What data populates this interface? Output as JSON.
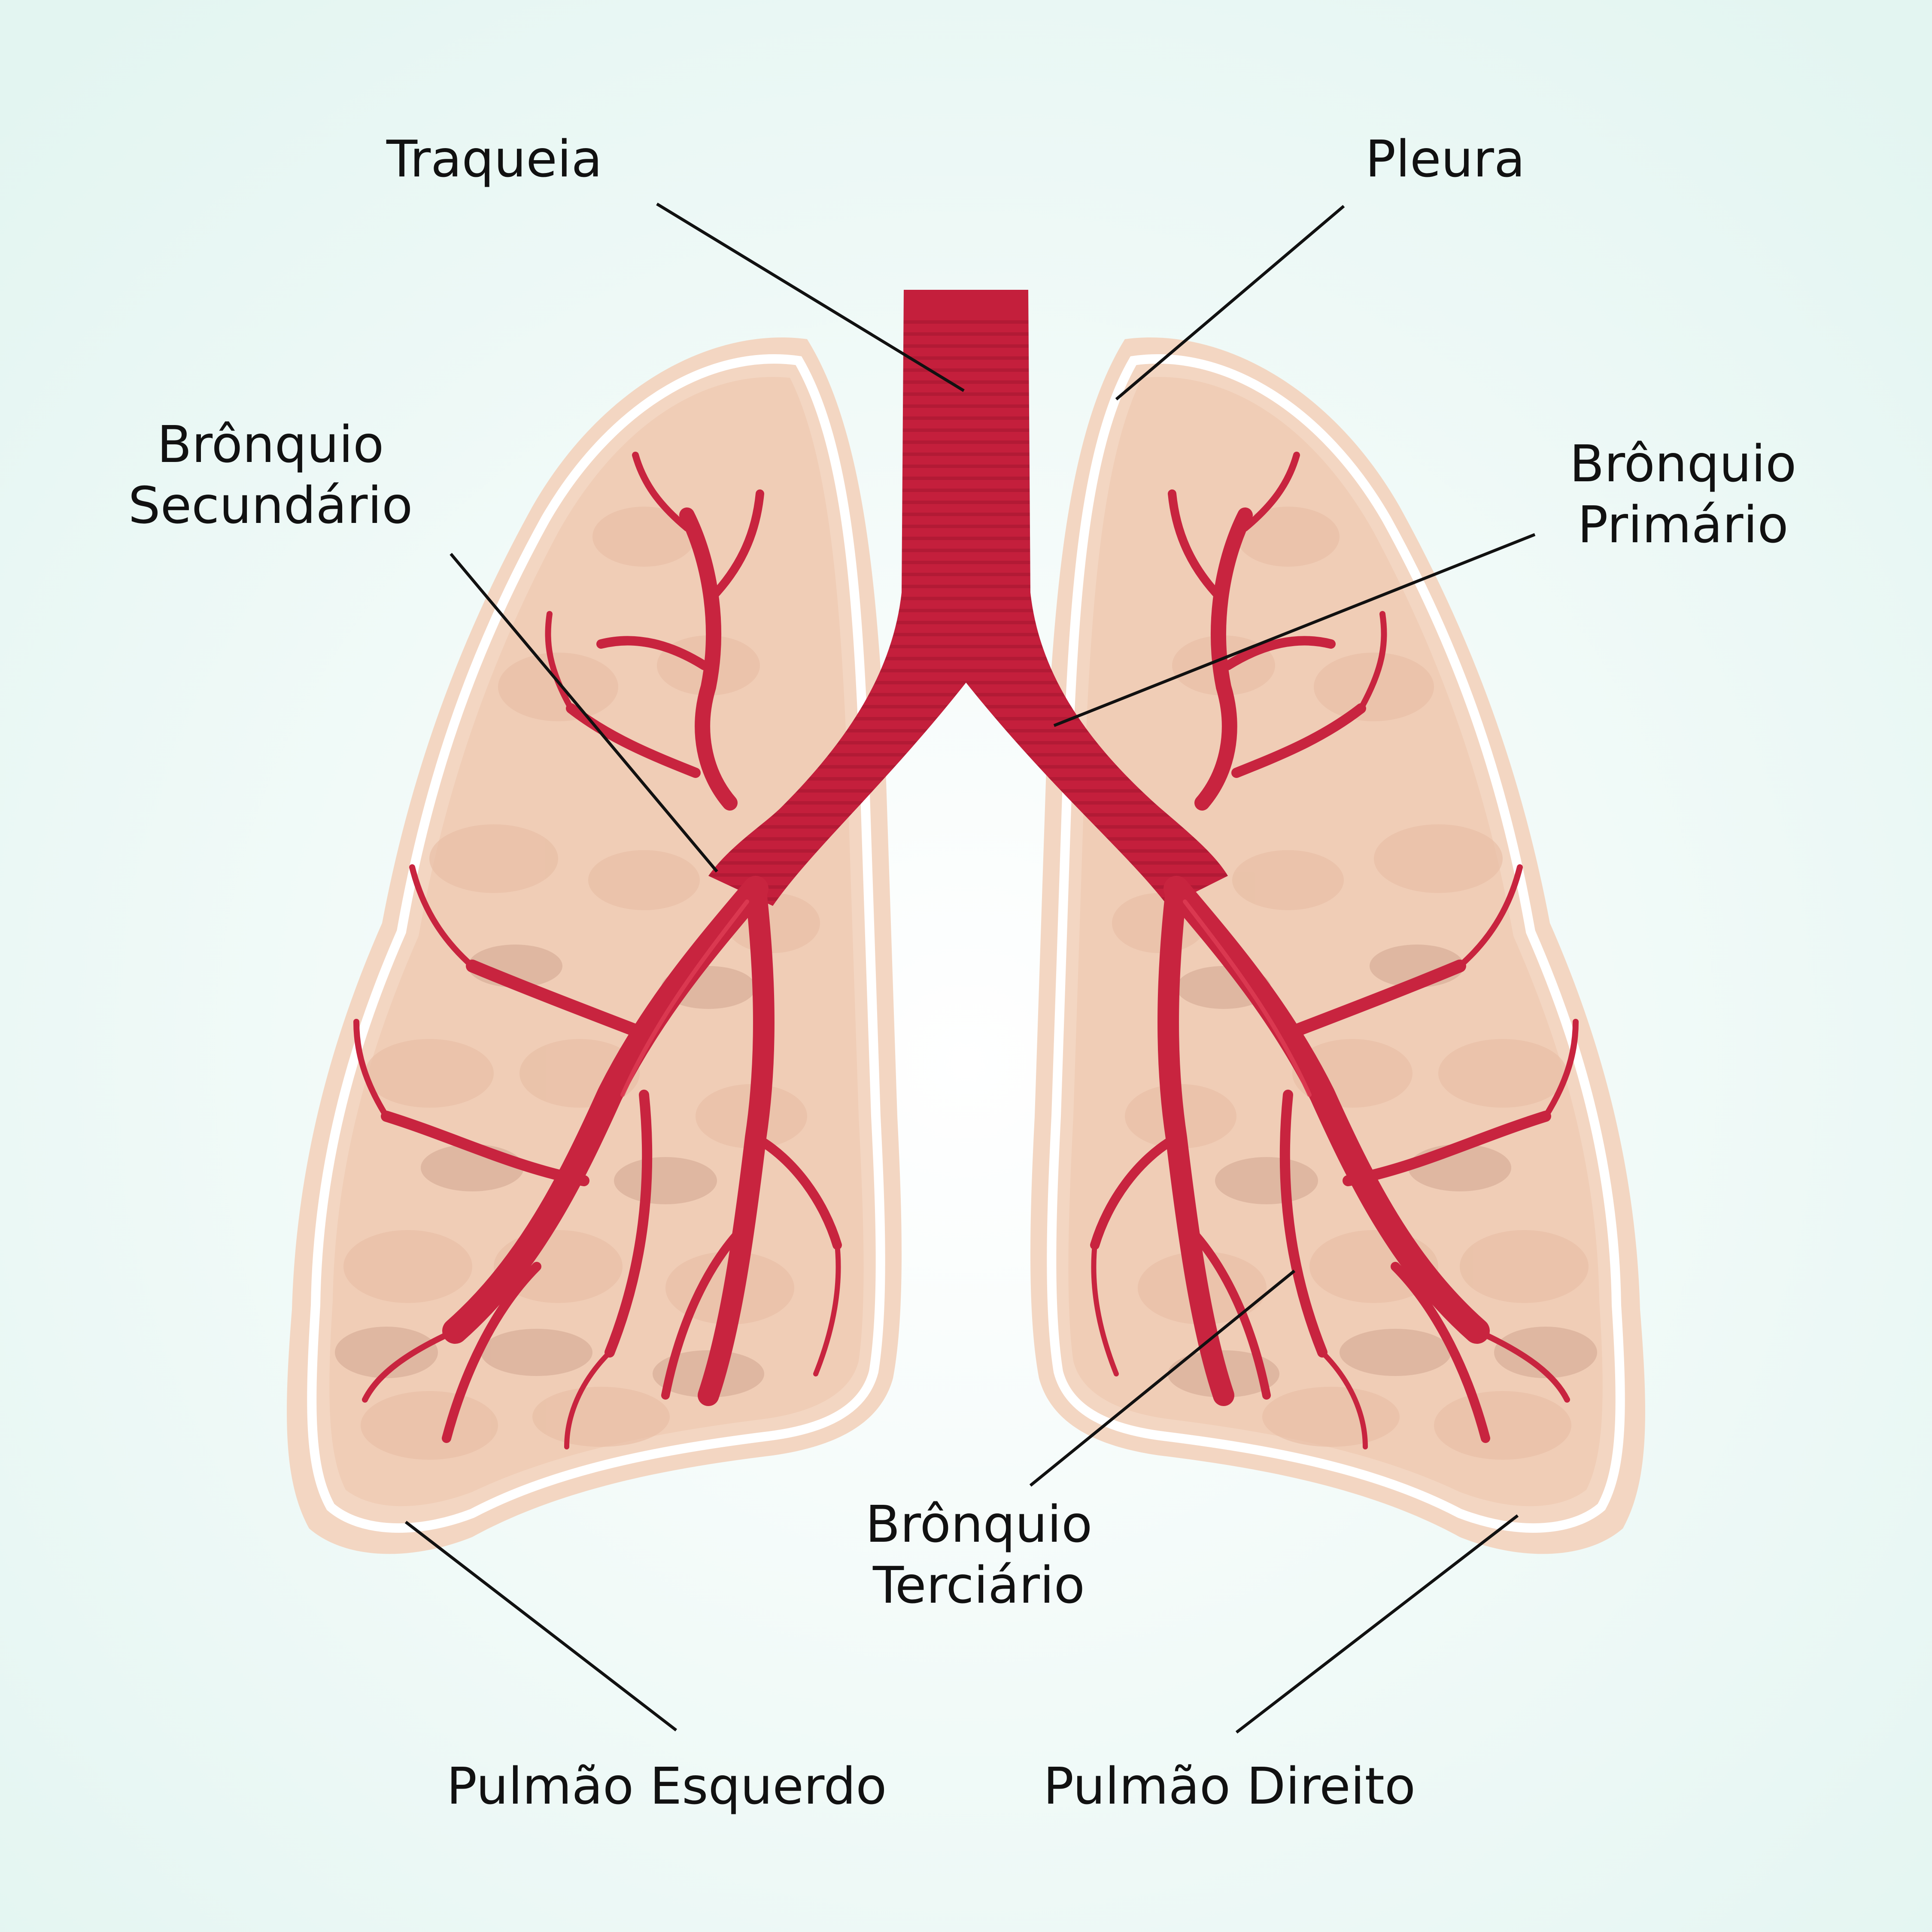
{
  "labels": {
    "traqueia": "Traqueia",
    "pleura": "Pleura",
    "bronquio_secundario": [
      "Brônquio",
      "Secundário"
    ],
    "bronquio_primario": [
      "Brônquio",
      "Primário"
    ],
    "bronquio_terciario": [
      "Brônquio",
      "Terciário"
    ],
    "pulmao_esquerdo": "Pulmão Esquerdo",
    "pulmao_direito": "Pulmão Direito"
  },
  "colors": {
    "background": "#e6f7f3",
    "background_center": "#ffffff",
    "pleura_outer": "#f3d6c2",
    "pleura_line": "#ffffff",
    "lung_tissue": "#f1d2bd",
    "lung_shadow": "#c9a08c",
    "bronchi": "#c8243f",
    "bronchi_light": "#de3d55",
    "leader_line": "#111111"
  }
}
